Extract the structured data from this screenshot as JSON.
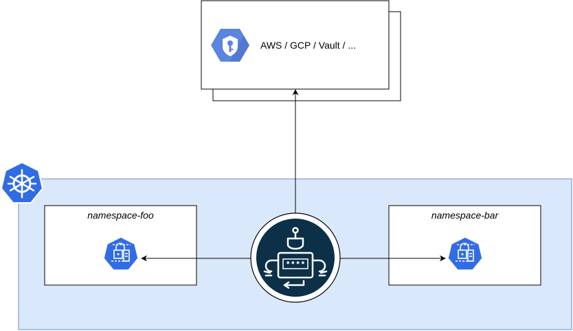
{
  "provider": {
    "label": "AWS / GCP / Vault / ...",
    "icon": "key-shield-icon",
    "icon_color": "#5c85de"
  },
  "cluster": {
    "icon": "kubernetes-helm-icon",
    "fill_color": "#dae8fc",
    "border_color": "#6c8ebf",
    "brand_color": "#326ce5"
  },
  "namespaces": [
    {
      "label": "namespace-foo",
      "icon": "kubernetes-secret-icon"
    },
    {
      "label": "namespace-bar",
      "icon": "kubernetes-secret-icon"
    }
  ],
  "operator": {
    "icon": "robot-secret-icon",
    "badge_text": "****",
    "dark_color": "#0b3048"
  }
}
